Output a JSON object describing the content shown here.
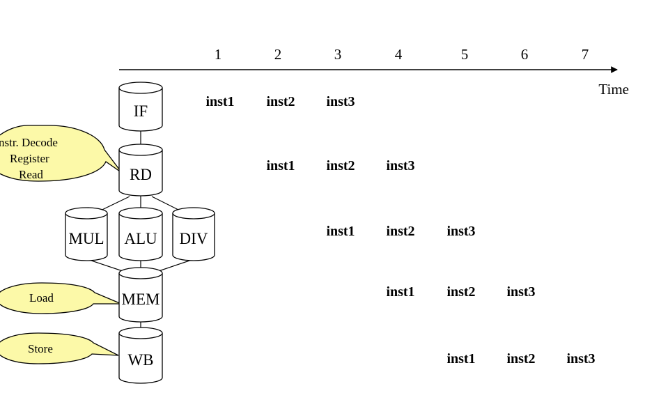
{
  "time_axis": {
    "label": "Time",
    "ticks": [
      "1",
      "2",
      "3",
      "4",
      "5",
      "6",
      "7"
    ]
  },
  "stages": {
    "if": "IF",
    "rd": "RD",
    "mul": "MUL",
    "alu": "ALU",
    "div": "DIV",
    "mem": "MEM",
    "wb": "WB"
  },
  "callouts": {
    "decode": [
      "nstr. Decode",
      "Register",
      "Read"
    ],
    "load": "Load",
    "store": "Store"
  },
  "pipeline_rows": [
    [
      "inst1",
      "inst2",
      "inst3"
    ],
    [
      "inst1",
      "inst2",
      "inst3"
    ],
    [
      "inst1",
      "inst2",
      "inst3"
    ],
    [
      "inst1",
      "inst2",
      "inst3"
    ],
    [
      "inst1",
      "inst2",
      "inst3"
    ]
  ],
  "colors": {
    "bubble_fill": "#fcf9a8",
    "stroke": "#000000"
  }
}
